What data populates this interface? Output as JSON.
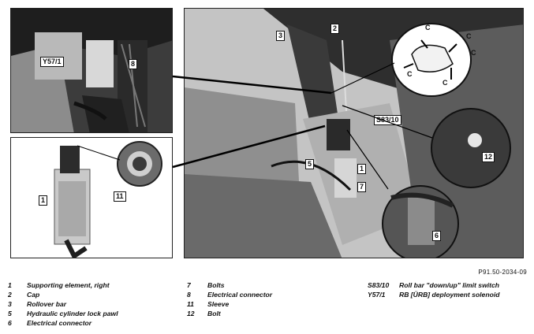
{
  "figure_ref": "P91.50-2034-09",
  "callouts": {
    "y57_1": "Y57/1",
    "c8": "8",
    "c1_left": "1",
    "c11": "11",
    "c3": "3",
    "c2": "2",
    "s83_10": "S83/10",
    "c5": "5",
    "c1_right": "1",
    "c7": "7",
    "c12": "12",
    "c6": "6",
    "cap_c": "C"
  },
  "legend": {
    "col1": [
      {
        "num": "1",
        "text": "Supporting element, right"
      },
      {
        "num": "2",
        "text": "Cap"
      },
      {
        "num": "3",
        "text": "Rollover bar"
      },
      {
        "num": "5",
        "text": "Hydraulic cylinder lock pawl"
      },
      {
        "num": "6",
        "text": "Electrical connector"
      }
    ],
    "col2": [
      {
        "num": "7",
        "text": "Bolts"
      },
      {
        "num": "8",
        "text": "Electrical connector"
      },
      {
        "num": "11",
        "text": "Sleeve"
      },
      {
        "num": "12",
        "text": "Bolt"
      }
    ],
    "col3": [
      {
        "num": "S83/10",
        "text": "Roll bar \"down/up\" limit switch"
      },
      {
        "num": "Y57/1",
        "text": "RB [ÜRB] deployment solenoid"
      }
    ]
  }
}
